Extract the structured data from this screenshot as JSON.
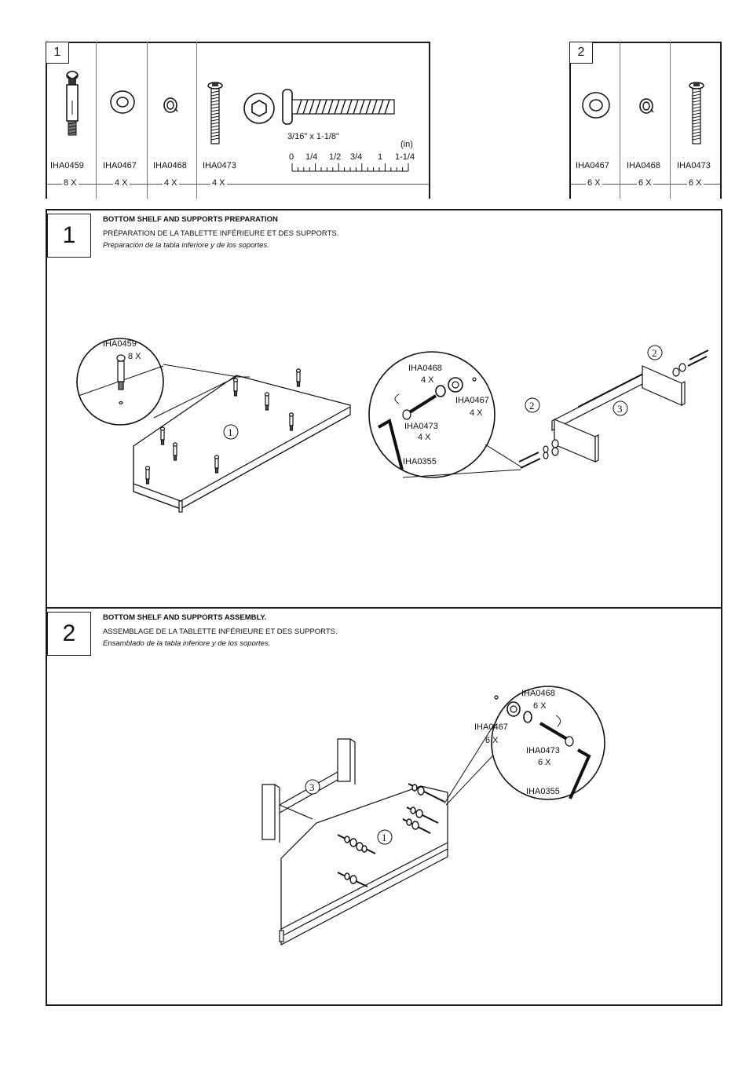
{
  "hardware_panel_1": {
    "number": "1",
    "parts": [
      {
        "code": "IHA0459",
        "qty": "8 X"
      },
      {
        "code": "IHA0467",
        "qty": "4 X"
      },
      {
        "code": "IHA0468",
        "qty": "4 X"
      },
      {
        "code": "IHA0473",
        "qty": "4 X"
      }
    ],
    "screw_size": "3/16\" x 1-1/8\"",
    "ruler_unit": "(in)",
    "ruler_ticks": [
      "0",
      "1/4",
      "1/2",
      "3/4",
      "1",
      "1-1/4"
    ]
  },
  "hardware_panel_2": {
    "number": "2",
    "parts": [
      {
        "code": "IHA0467",
        "qty": "6 X"
      },
      {
        "code": "IHA0468",
        "qty": "6 X"
      },
      {
        "code": "IHA0473",
        "qty": "6 X"
      }
    ]
  },
  "step1": {
    "number": "1",
    "title_en": "BOTTOM SHELF AND SUPPORTS PREPARATION",
    "title_fr": "PRÉPARATION DE LA TABLETTE INFÉRIEURE ET DES SUPPORTS.",
    "title_es": "Preparación de la tabla inferiore y de los soportes.",
    "callout_left": {
      "code": "IHA0459",
      "qty": "8 X"
    },
    "callout_right": [
      {
        "code": "IHA0468",
        "qty": "4 X"
      },
      {
        "code": "IHA0467",
        "qty": "4 X"
      },
      {
        "code": "IHA0473",
        "qty": "4 X"
      },
      {
        "code": "IHA0355",
        "qty": ""
      }
    ],
    "part_marks": [
      "1",
      "2",
      "3",
      "2"
    ]
  },
  "step2": {
    "number": "2",
    "title_en": "BOTTOM SHELF AND SUPPORTS ASSEMBLY.",
    "title_fr": "ASSEMBLAGE DE LA TABLETTE INFÉRIEURE ET DES SUPPORTS.",
    "title_es": "Ensamblado de la tabla inferiore y de los soportes.",
    "callout": [
      {
        "code": "IHA0468",
        "qty": "6 X"
      },
      {
        "code": "IHA0467",
        "qty": "6 X"
      },
      {
        "code": "IHA0473",
        "qty": "6 X"
      },
      {
        "code": "IHA0355",
        "qty": ""
      }
    ],
    "part_marks": [
      "3",
      "1"
    ]
  }
}
